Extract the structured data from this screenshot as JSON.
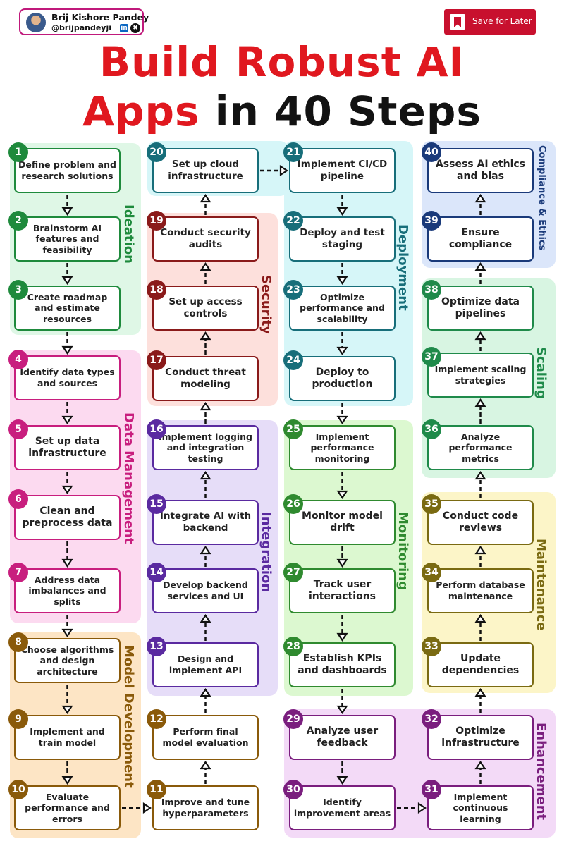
{
  "author": {
    "name": "Brij Kishore Pandey",
    "handle": "@brijpandeyji",
    "linkedin_glyph": "in",
    "x_glyph": "✖"
  },
  "save": {
    "label": "Save for Later"
  },
  "title": {
    "line1": "Build Robust AI",
    "line2_red": "Apps",
    "line2_dark": " in 40 Steps"
  },
  "groups": {
    "ideation": "Ideation",
    "data": "Data Management",
    "model": "Model Development",
    "integration": "Integration",
    "security": "Security",
    "deployment": "Deployment",
    "monitoring": "Monitoring",
    "enhancement": "Enhancement",
    "maintenance": "Maintenance",
    "scaling": "Scaling",
    "compliance": "Compliance & Ethics"
  },
  "colors": {
    "ideation": "#1e8a3c",
    "data": "#c81e7e",
    "model": "#8a5a0a",
    "integration": "#5a2aa0",
    "security": "#8a1a1a",
    "deployment": "#176e7a",
    "monitoring": "#2f8a2f",
    "enhancement": "#7a1e7e",
    "maintenance": "#7a6a12",
    "scaling": "#1f8a4a",
    "compliance": "#1a3a7a"
  },
  "steps": [
    {
      "n": "1",
      "label": "Define problem and research solutions"
    },
    {
      "n": "2",
      "label": "Brainstorm AI features and feasibility"
    },
    {
      "n": "3",
      "label": "Create roadmap and estimate resources"
    },
    {
      "n": "4",
      "label": "Identify data types and sources"
    },
    {
      "n": "5",
      "label": "Set up data infrastructure"
    },
    {
      "n": "6",
      "label": "Clean and preprocess data"
    },
    {
      "n": "7",
      "label": "Address data imbalances and splits"
    },
    {
      "n": "8",
      "label": "Choose algorithms and design architecture"
    },
    {
      "n": "9",
      "label": "Implement and train model"
    },
    {
      "n": "10",
      "label": "Evaluate performance and errors"
    },
    {
      "n": "11",
      "label": "Improve and tune hyperparameters"
    },
    {
      "n": "12",
      "label": "Perform final model evaluation"
    },
    {
      "n": "13",
      "label": "Design and implement API"
    },
    {
      "n": "14",
      "label": "Develop backend services and UI"
    },
    {
      "n": "15",
      "label": "Integrate AI with backend"
    },
    {
      "n": "16",
      "label": "Implement logging and integration testing"
    },
    {
      "n": "17",
      "label": "Conduct threat modeling"
    },
    {
      "n": "18",
      "label": "Set up access controls"
    },
    {
      "n": "19",
      "label": "Conduct security audits"
    },
    {
      "n": "20",
      "label": "Set up cloud infrastructure"
    },
    {
      "n": "21",
      "label": "Implement CI/CD pipeline"
    },
    {
      "n": "22",
      "label": "Deploy and test staging"
    },
    {
      "n": "23",
      "label": "Optimize performance and scalability"
    },
    {
      "n": "24",
      "label": "Deploy to production"
    },
    {
      "n": "25",
      "label": "Implement performance monitoring"
    },
    {
      "n": "26",
      "label": "Monitor model drift"
    },
    {
      "n": "27",
      "label": "Track user interactions"
    },
    {
      "n": "28",
      "label": "Establish KPIs and dashboards"
    },
    {
      "n": "29",
      "label": "Analyze user feedback"
    },
    {
      "n": "30",
      "label": "Identify improvement areas"
    },
    {
      "n": "31",
      "label": "Implement continuous learning"
    },
    {
      "n": "32",
      "label": "Optimize infrastructure"
    },
    {
      "n": "33",
      "label": "Update dependencies"
    },
    {
      "n": "34",
      "label": "Perform database maintenance"
    },
    {
      "n": "35",
      "label": "Conduct code reviews"
    },
    {
      "n": "36",
      "label": "Analyze performance metrics"
    },
    {
      "n": "37",
      "label": "Implement scaling strategies"
    },
    {
      "n": "38",
      "label": "Optimize data pipelines"
    },
    {
      "n": "39",
      "label": "Ensure compliance"
    },
    {
      "n": "40",
      "label": "Assess AI ethics and bias"
    }
  ]
}
